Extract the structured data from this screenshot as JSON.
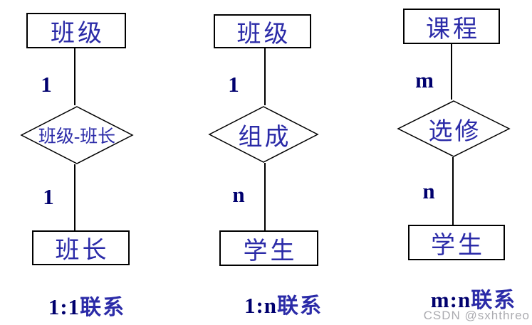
{
  "watermark": "CSDN @sxhthreo",
  "colors": {
    "entity_text_blue": "#2B2BA8",
    "cardinality_navy": "#00006E",
    "line_black": "#000000",
    "watermark_gray": "#ABABB0",
    "background": "#FFFFFF"
  },
  "diagrams": [
    {
      "top_entity": "班级",
      "top_cardinality": "1",
      "relationship": "班级-班长",
      "bottom_cardinality": "1",
      "bottom_entity": "班长",
      "caption_ratio": "1:1",
      "caption_suffix": "联系"
    },
    {
      "top_entity": "班级",
      "top_cardinality": "1",
      "relationship": "组成",
      "bottom_cardinality": "n",
      "bottom_entity": "学生",
      "caption_ratio": "1:n",
      "caption_suffix": "联系"
    },
    {
      "top_entity": "课程",
      "top_cardinality": "m",
      "relationship": "选修",
      "bottom_cardinality": "n",
      "bottom_entity": "学生",
      "caption_ratio": "m:n",
      "caption_suffix": "联系"
    }
  ]
}
